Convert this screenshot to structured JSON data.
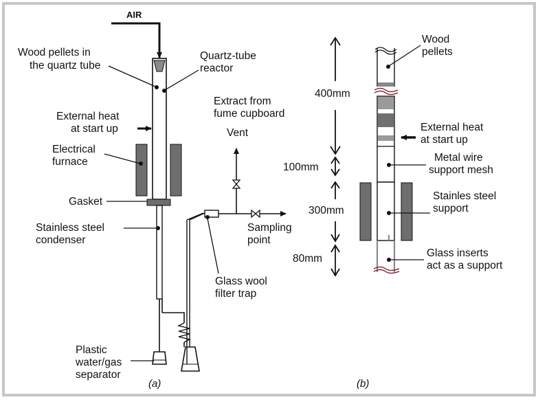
{
  "colors": {
    "frame": "#c6c6c6",
    "furnace": "#6e6e6e",
    "pellet": "#8a8a8a",
    "line": "#111111"
  },
  "panel_a": {
    "caption": "(a)",
    "air": "AIR",
    "wood_pellets": [
      "Wood pellets in",
      "the quartz tube"
    ],
    "quartz_reactor": [
      "Quartz-tube",
      "reactor"
    ],
    "external_heat": [
      "External heat",
      "at start up"
    ],
    "electrical_furnace": [
      "Electrical",
      "furnace"
    ],
    "gasket": "Gasket",
    "condenser": [
      "Stainless steel",
      "condenser"
    ],
    "extract": [
      "Extract from",
      "fume cupboard"
    ],
    "vent": "Vent",
    "sampling_point": [
      "Sampling",
      "point"
    ],
    "glass_wool": [
      "Glass wool",
      "filter trap"
    ],
    "separator": [
      "Plastic",
      "water/gas",
      "separator"
    ]
  },
  "panel_b": {
    "caption": "(b)",
    "dim_400": "400mm",
    "dim_100": "100mm",
    "dim_300": "300mm",
    "dim_80": "80mm",
    "wood_pellets": [
      "Wood",
      "pellets"
    ],
    "external_heat": [
      "External heat",
      "at start up"
    ],
    "metal_wire": [
      "Metal wire",
      "support mesh"
    ],
    "steel_support": [
      "Stainles steel",
      "support"
    ],
    "glass_inserts": [
      "Glass inserts",
      "act as a support"
    ]
  }
}
